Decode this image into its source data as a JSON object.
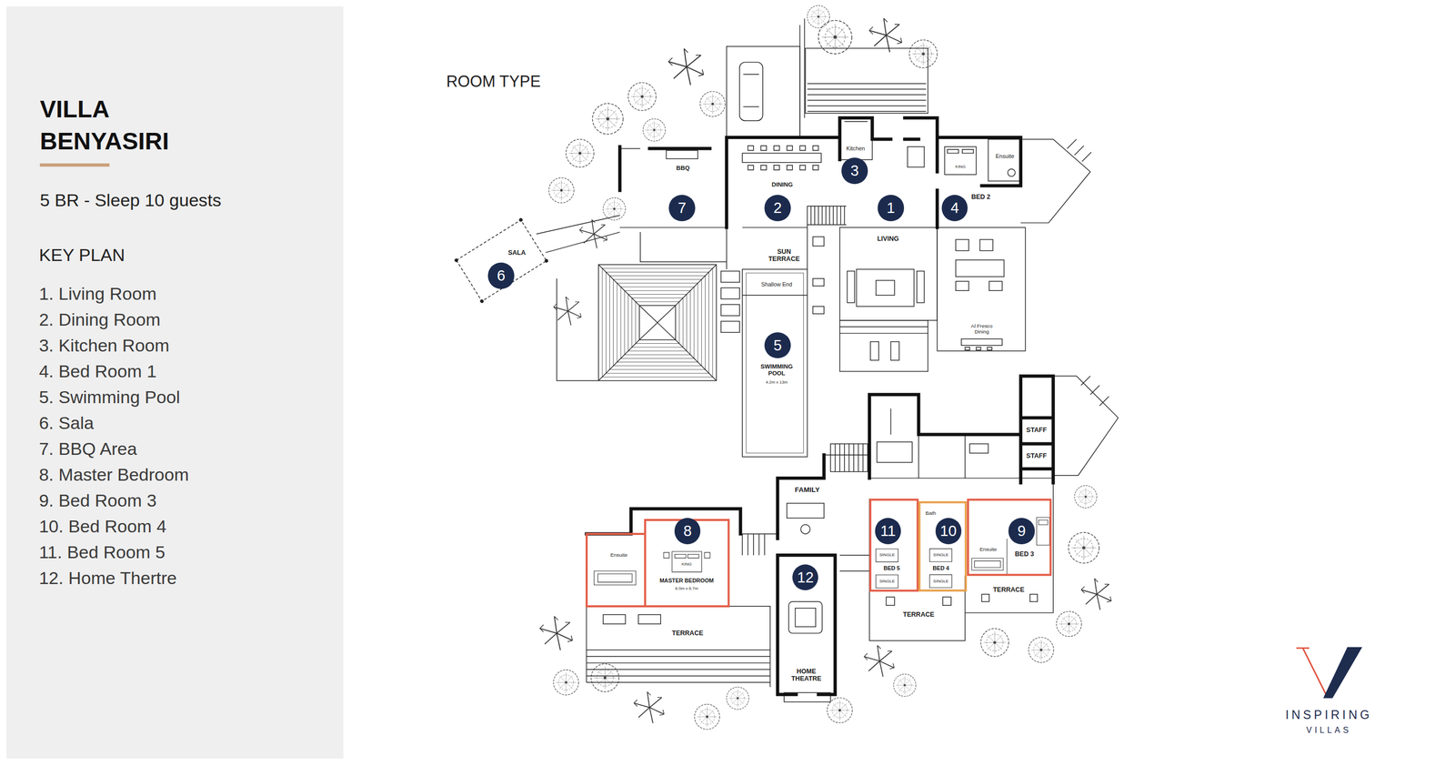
{
  "diagram": {
    "title": "VILLA BENYASIRI",
    "nodes": [
      {
        "text": [
          "3"
        ]
      },
      {
        "text": [
          "7"
        ]
      },
      {
        "text": [
          "2"
        ]
      },
      {
        "text": [
          "1"
        ]
      },
      {
        "text": [
          "4"
        ]
      },
      {
        "text": [
          "6"
        ]
      },
      {
        "text": [
          "5"
        ]
      },
      {
        "text": [
          "Ensuite",
          "KING",
          "MASTER BEDROOM",
          "6.0m x 6.7m"
        ]
      },
      {
        "text": [
          "8"
        ],
        "in": 7
      },
      {
        "text": [
          "SINGLE",
          "BED 5",
          "SINGLE"
        ]
      },
      {
        "text": [
          "11"
        ],
        "in": 9
      },
      {
        "text": [
          "Bath",
          "SINGLE",
          "BED 4",
          "SINGLE"
        ]
      },
      {
        "text": [
          "10"
        ],
        "in": 11
      },
      {
        "text": [
          "Ensuite",
          "BED 3"
        ]
      },
      {
        "text": [
          "9"
        ],
        "in": 13
      },
      {
        "text": [
          "12"
        ]
      }
    ],
    "labels": [
      "ROOM TYPE",
      "5 BR - Sleep 10 guests",
      "KEY PLAN",
      "1. Living Room",
      "2. Dining Room",
      "3. Kitchen Room",
      "4. Bed Room 1",
      "5. Swimming Pool",
      "6. Sala",
      "7. BBQ Area",
      "8. Master Bedroom",
      "9. Bed Room 3",
      "10. Bed Room 4",
      "11. Bed Room 5",
      "12. Home Thertre",
      "Kitchen",
      "BBQ",
      "DINING",
      "KING",
      "Ensuite",
      "BED 2",
      "SALA",
      "SUN TERRACE",
      "LIVING",
      "Shallow End",
      "Al Fresco Dining",
      "SWIMMING POOL",
      "4.2m x 13m",
      "STAFF",
      "STAFF",
      "FAMILY",
      "TERRACE",
      "TERRACE",
      "TERRACE",
      "HOME THEATRE",
      "INSPIRING",
      "VILLAS"
    ]
  }
}
